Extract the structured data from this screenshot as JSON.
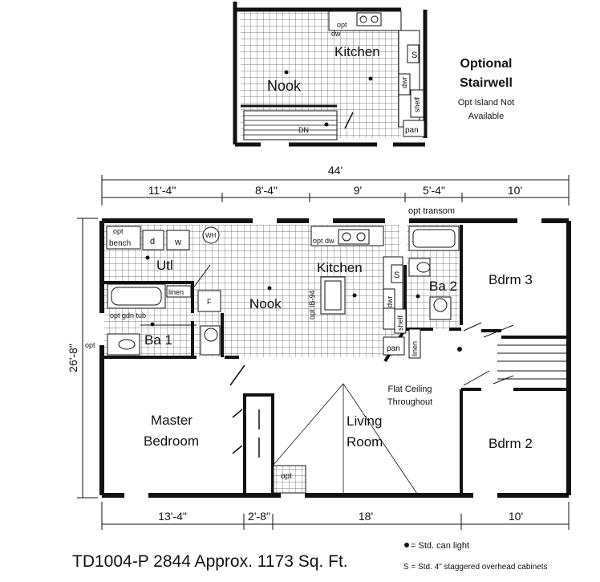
{
  "inset": {
    "title_line1": "Optional",
    "title_line2": "Stairwell",
    "note_line1": "Opt Island Not",
    "note_line2": "Available",
    "kitchen": "Kitchen",
    "nook": "Nook",
    "opt": "opt",
    "dw": "dw",
    "dwr": "dwr",
    "s": "S",
    "shelf": "shelf",
    "pan": "pan",
    "dn": "DN"
  },
  "dimensions": {
    "overall_width": "44'",
    "overall_depth": "26'-8\"",
    "top": [
      "11'-4\"",
      "8'-4\"",
      "9'",
      "5'-4\"",
      "10'"
    ],
    "bottom": [
      "13'-4\"",
      "2'-8\"",
      "18'",
      "10'"
    ]
  },
  "rooms": {
    "utl": "Utl",
    "nook": "Nook",
    "kitchen": "Kitchen",
    "ba1": "Ba 1",
    "ba2": "Ba 2",
    "bdrm3": "Bdrm 3",
    "bdrm2": "Bdrm 2",
    "master_1": "Master",
    "master_2": "Bedroom",
    "living_1": "Living",
    "living_2": "Room"
  },
  "fixtures": {
    "opt_bench_1": "opt",
    "opt_bench_2": "bench",
    "d": "d",
    "w": "w",
    "wh": "WH",
    "f": "F",
    "linen": "linen",
    "opt_gdn_tub": "opt gdn tub",
    "opt_toilet": "opt",
    "opt_dw": "opt dw",
    "opt_ib": "opt IB-94",
    "s": "S",
    "dwr": "dwr",
    "shelf": "shelf",
    "pan": "pan",
    "linen2": "linen",
    "opt_transom": "opt transom",
    "opt_closet": "opt"
  },
  "notes": {
    "flat_ceiling_1": "Flat Ceiling",
    "flat_ceiling_2": "Throughout"
  },
  "footer": {
    "model": "TD1004-P 2844  Approx. 1173 Sq. Ft.",
    "legend_light": "= Std. can light",
    "legend_cab": "S = Std. 4\" staggered overhead cabinets"
  }
}
